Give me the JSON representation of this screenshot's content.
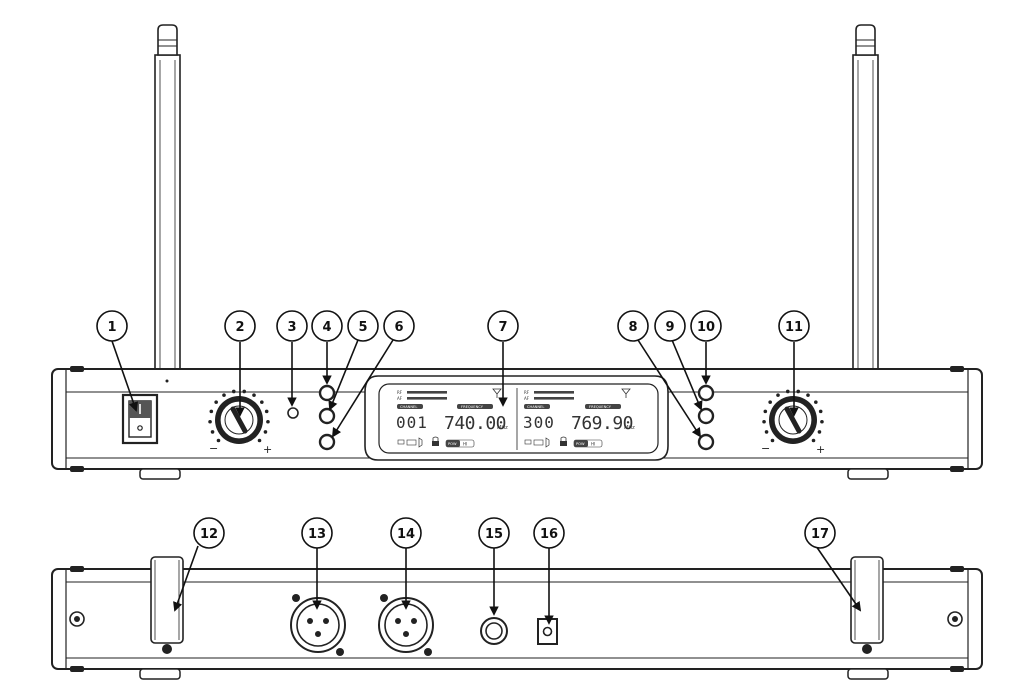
{
  "callouts": [
    "1",
    "2",
    "3",
    "4",
    "5",
    "6",
    "7",
    "8",
    "9",
    "10",
    "11",
    "12",
    "13",
    "14",
    "15",
    "16",
    "17"
  ],
  "display": {
    "channel_a": {
      "rf_label": "RF",
      "af_label": "AF",
      "channel_tag": "CHANNEL",
      "frequency_tag": "FREQUENCY",
      "channel": "001",
      "frequency": "740.00",
      "unit": "MHz",
      "power_label": "POW",
      "power_level": "HI"
    },
    "channel_b": {
      "rf_label": "RF",
      "af_label": "AF",
      "channel_tag": "CHANNEL",
      "frequency_tag": "FREQUENCY",
      "channel": "300",
      "frequency": "769.90",
      "unit": "MHz",
      "power_label": "POW",
      "power_level": "HI"
    }
  },
  "knobs": {
    "minus": "−",
    "plus": "+"
  },
  "icons": [
    "antenna-icon",
    "battery-icon",
    "mute-icon",
    "lock-icon",
    "power-switch-icon",
    "xlr-connector-icon",
    "jack-connector-icon",
    "dc-connector-icon"
  ]
}
